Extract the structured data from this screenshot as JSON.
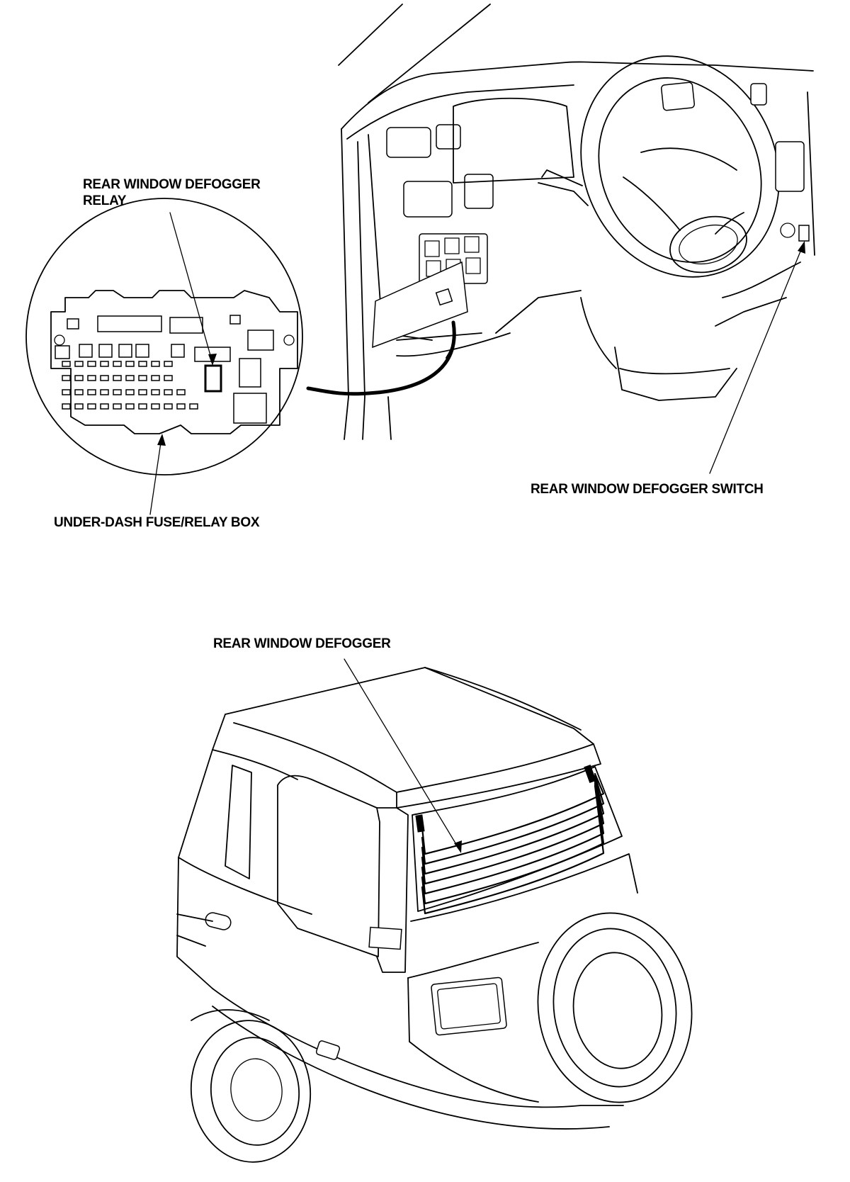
{
  "labels": {
    "relay_line1": "REAR WINDOW DEFOGGER",
    "relay_line2": "RELAY",
    "fuse_box": "UNDER-DASH FUSE/RELAY BOX",
    "switch": "REAR WINDOW DEFOGGER SWITCH",
    "defogger": "REAR WINDOW DEFOGGER"
  },
  "icons": {
    "dashboard": "dashboard-illustration",
    "fuse_box": "fuse-relay-box-icon",
    "vehicle": "vehicle-rear-illustration"
  }
}
